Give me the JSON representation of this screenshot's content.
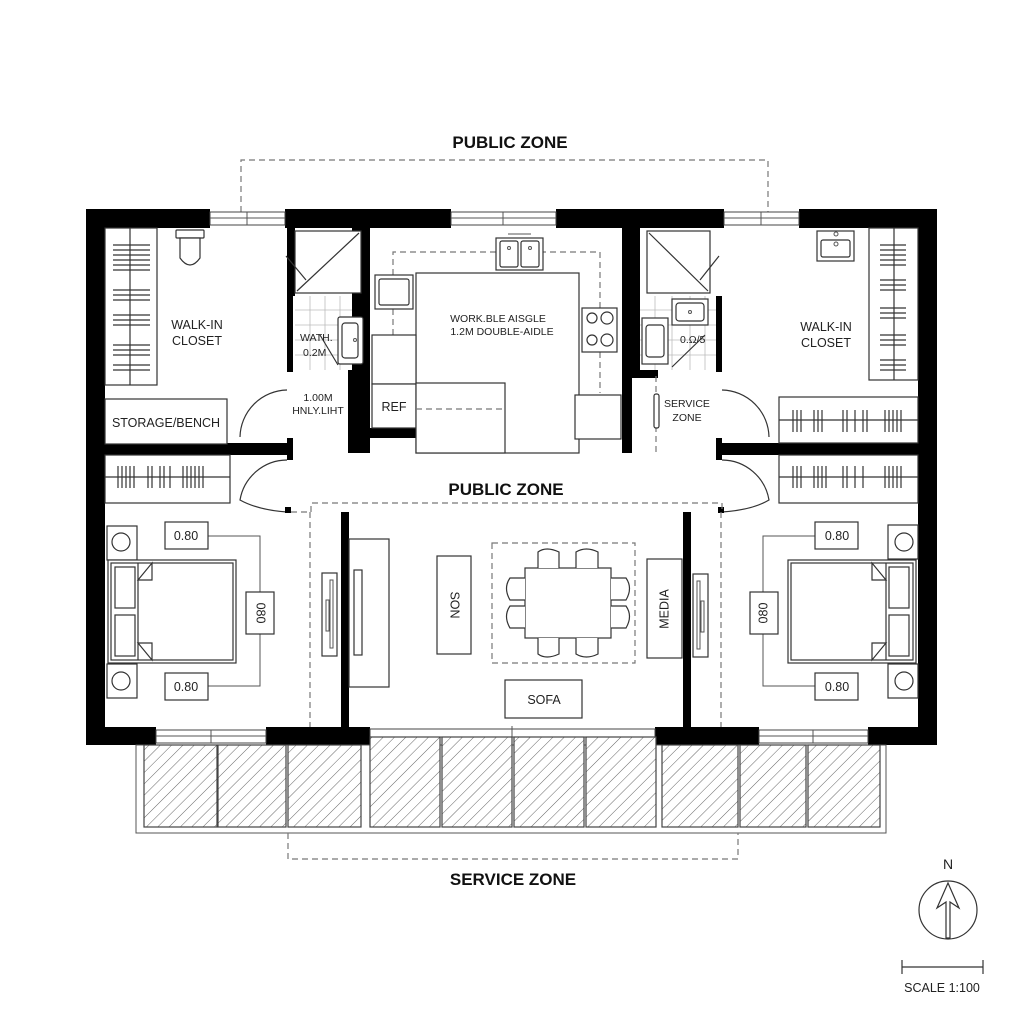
{
  "plan": {
    "zone_labels": {
      "top": "PUBLIC ZONE",
      "middle": "PUBLIC ZONE",
      "bottom": "SERVICE ZONE"
    },
    "left_suite": {
      "closet_label_1": "WALK-IN",
      "closet_label_2": "CLOSET",
      "storage_label": "STORAGE/BENCH",
      "bath_label_1": "WATH.",
      "bath_label_2": "0.2M",
      "hall_label_1": "1.00M",
      "hall_label_2": "HNLY.LIHT"
    },
    "kitchen": {
      "label_1": "WORK.BLE AISGLE",
      "label_2": "1.2M DOUBLE-AIDLE",
      "fridge_label": "REF"
    },
    "right_suite": {
      "closet_label_1": "WALK-IN",
      "closet_label_2": "CLOSET",
      "service_label_1": "SERVICE",
      "service_label_2": "ZONE",
      "bath_label": "0.Ω/5"
    },
    "living": {
      "sofa_left_label": "SON",
      "media_label": "MEDIA",
      "sofa_label": "SOFA"
    },
    "left_bedroom": {
      "dim_top": "0.80",
      "dim_side": "080",
      "dim_bottom": "0.80"
    },
    "right_bedroom": {
      "dim_top": "0.80",
      "dim_side": "080",
      "dim_bottom": "0.80"
    },
    "north_arrow": {
      "label": "N"
    },
    "scale": {
      "label": "SCALE 1:100"
    }
  }
}
